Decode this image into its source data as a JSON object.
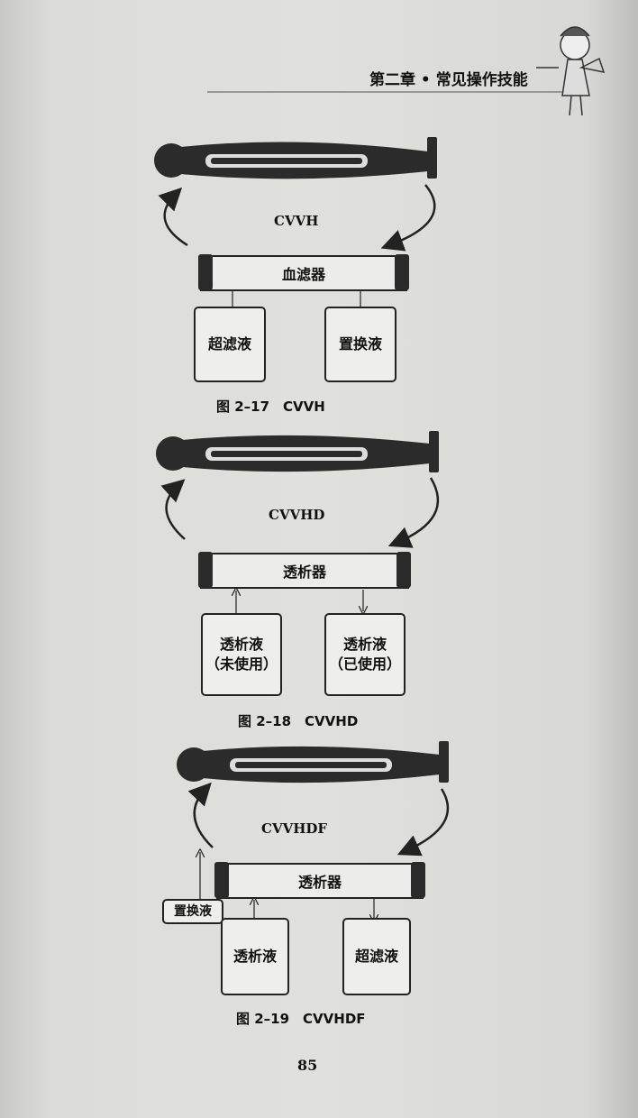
{
  "header": {
    "chapter": "第二章",
    "section": "常见操作技能"
  },
  "figures": [
    {
      "mode": "CVVH",
      "filter": "血滤器",
      "left_box": "超滤液",
      "right_box": "置换液",
      "caption": "图 2–17　CVVH"
    },
    {
      "mode": "CVVHD",
      "filter": "透析器",
      "left_box": "透析液",
      "left_sub": "（未使用）",
      "right_box": "透析液",
      "right_sub": "（已使用）",
      "caption": "图 2–18　CVVHD"
    },
    {
      "mode": "CVVHDF",
      "filter": "透析器",
      "side_box": "置换液",
      "left_box": "透析液",
      "right_box": "超滤液",
      "caption": "图 2–19　CVVHDF"
    }
  ],
  "page_number": "85"
}
